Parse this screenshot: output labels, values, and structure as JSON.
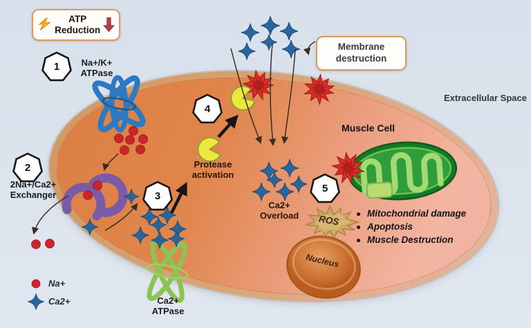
{
  "callout_atp": {
    "label": "ATP Reduction",
    "icon": "lightning-bolt-icon",
    "arrow_icon": "red-down-arrow-icon"
  },
  "callout_membrane": {
    "label": "Membrane destruction"
  },
  "steps": {
    "s1": {
      "number": "1",
      "label": "Na+/K+ ATPase"
    },
    "s2": {
      "number": "2",
      "label": "2Na+/Ca2+ Exchanger"
    },
    "s3": {
      "number": "3"
    },
    "s4": {
      "number": "4"
    },
    "s5": {
      "number": "5"
    }
  },
  "labels": {
    "protease": "Protease activation",
    "ca_overload": "Ca2+ Overload",
    "muscle_cell": "Muscle Cell",
    "extracellular": "Extracellular Space",
    "ros": "ROS",
    "nucleus": "Nucleus",
    "ca_atpase": "Ca2+ ATPase"
  },
  "outcomes": [
    "Mitochondrial damage",
    "Apoptosis",
    "Muscle Destruction"
  ],
  "legend": [
    {
      "symbol": "red-dot",
      "label": "Na+"
    },
    {
      "symbol": "blue-star",
      "label": "Ca2+"
    }
  ],
  "colors": {
    "background": "#dbe3ee",
    "cell_orange": "#e0854b",
    "cell_pink": "#f2b5a2",
    "membrane_tan": "#d9a374",
    "ca_star_blue": "#2a659c",
    "na_dot_red": "#c9252c",
    "na_k_atpase_blue": "#2e7ac2",
    "ca_atpase_green": "#8cc352",
    "exchanger_purple": "#7b5aa8",
    "protease_yellow": "#ece73c",
    "burst_red": "#d62d27",
    "ros_tan": "#cfa763",
    "mitochondria_green": "#2f9e3a",
    "nucleus_orange": "#cf7636",
    "box_border_orange": "#dd9a5d",
    "reduction_arrow_red": "#b04043"
  }
}
